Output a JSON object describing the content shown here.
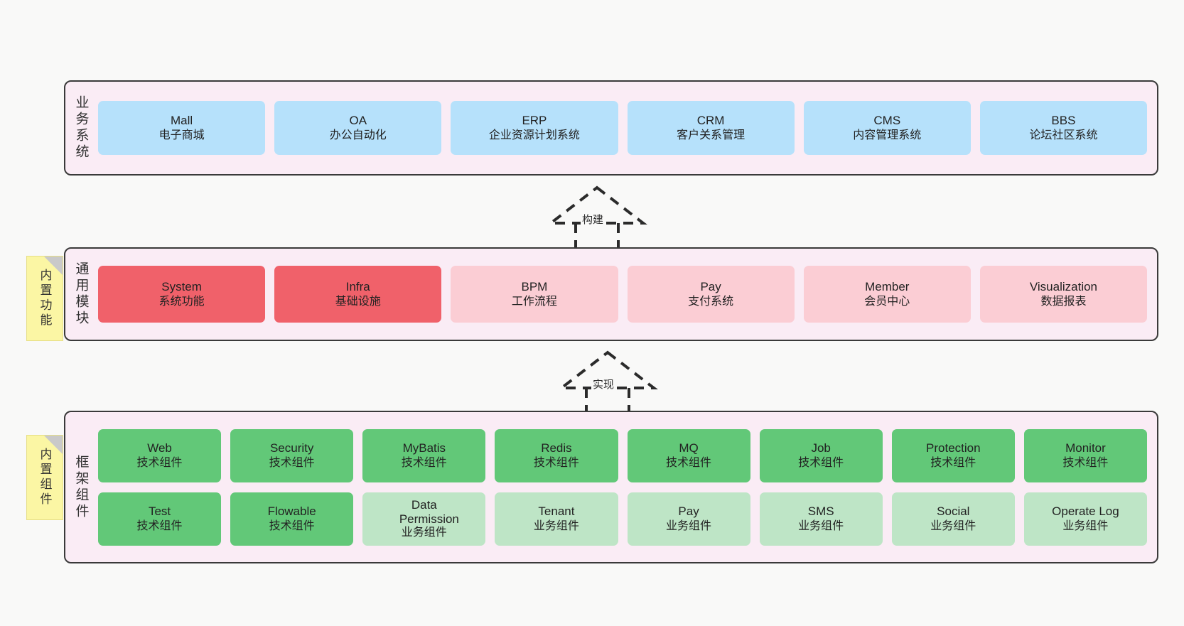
{
  "diagram": {
    "background_color": "#f9f9f8",
    "layer_fill": "#faecf5",
    "layers": [
      {
        "key": "business",
        "title": "业务系统",
        "sticky": null,
        "rows": [
          [
            {
              "en": "Mall",
              "cn": "电子商城",
              "color": "#b6e1fb",
              "style": "c-blue"
            },
            {
              "en": "OA",
              "cn": "办公自动化",
              "color": "#b6e1fb",
              "style": "c-blue"
            },
            {
              "en": "ERP",
              "cn": "企业资源计划系统",
              "color": "#b6e1fb",
              "style": "c-blue"
            },
            {
              "en": "CRM",
              "cn": "客户关系管理",
              "color": "#b6e1fb",
              "style": "c-blue"
            },
            {
              "en": "CMS",
              "cn": "内容管理系统",
              "color": "#b6e1fb",
              "style": "c-blue"
            },
            {
              "en": "BBS",
              "cn": "论坛社区系统",
              "color": "#b6e1fb",
              "style": "c-blue"
            }
          ]
        ]
      },
      {
        "key": "common-module",
        "title": "通用模块",
        "sticky": "内置功能",
        "rows": [
          [
            {
              "en": "System",
              "cn": "系统功能",
              "color": "#f0616a",
              "style": "c-red"
            },
            {
              "en": "Infra",
              "cn": "基础设施",
              "color": "#f0616a",
              "style": "c-red"
            },
            {
              "en": "BPM",
              "cn": "工作流程",
              "color": "#fbcdd4",
              "style": "c-pink"
            },
            {
              "en": "Pay",
              "cn": "支付系统",
              "color": "#fbcdd4",
              "style": "c-pink"
            },
            {
              "en": "Member",
              "cn": "会员中心",
              "color": "#fbcdd4",
              "style": "c-pink"
            },
            {
              "en": "Visualization",
              "cn": "数据报表",
              "color": "#fbcdd4",
              "style": "c-pink"
            }
          ]
        ]
      },
      {
        "key": "framework-components",
        "title": "框架组件",
        "sticky": "内置组件",
        "rows": [
          [
            {
              "en": "Web",
              "cn": "技术组件",
              "color": "#62c878",
              "style": "c-green"
            },
            {
              "en": "Security",
              "cn": "技术组件",
              "color": "#62c878",
              "style": "c-green"
            },
            {
              "en": "MyBatis",
              "cn": "技术组件",
              "color": "#62c878",
              "style": "c-green"
            },
            {
              "en": "Redis",
              "cn": "技术组件",
              "color": "#62c878",
              "style": "c-green"
            },
            {
              "en": "MQ",
              "cn": "技术组件",
              "color": "#62c878",
              "style": "c-green"
            },
            {
              "en": "Job",
              "cn": "技术组件",
              "color": "#62c878",
              "style": "c-green"
            },
            {
              "en": "Protection",
              "cn": "技术组件",
              "color": "#62c878",
              "style": "c-green"
            },
            {
              "en": "Monitor",
              "cn": "技术组件",
              "color": "#62c878",
              "style": "c-green"
            }
          ],
          [
            {
              "en": "Test",
              "cn": "技术组件",
              "color": "#62c878",
              "style": "c-green"
            },
            {
              "en": "Flowable",
              "cn": "技术组件",
              "color": "#62c878",
              "style": "c-green"
            },
            {
              "en": "Data Permission",
              "cn": "业务组件",
              "color": "#bee5c6",
              "style": "c-lightgreen"
            },
            {
              "en": "Tenant",
              "cn": "业务组件",
              "color": "#bee5c6",
              "style": "c-lightgreen"
            },
            {
              "en": "Pay",
              "cn": "业务组件",
              "color": "#bee5c6",
              "style": "c-lightgreen"
            },
            {
              "en": "SMS",
              "cn": "业务组件",
              "color": "#bee5c6",
              "style": "c-lightgreen"
            },
            {
              "en": "Social",
              "cn": "业务组件",
              "color": "#bee5c6",
              "style": "c-lightgreen"
            },
            {
              "en": "Operate Log",
              "cn": "业务组件",
              "color": "#bee5c6",
              "style": "c-lightgreen"
            }
          ]
        ]
      }
    ],
    "connectors": [
      {
        "key": "build",
        "label": "构建",
        "from": "common-module",
        "to": "business"
      },
      {
        "key": "implement",
        "label": "实现",
        "from": "framework-components",
        "to": "common-module"
      }
    ]
  }
}
